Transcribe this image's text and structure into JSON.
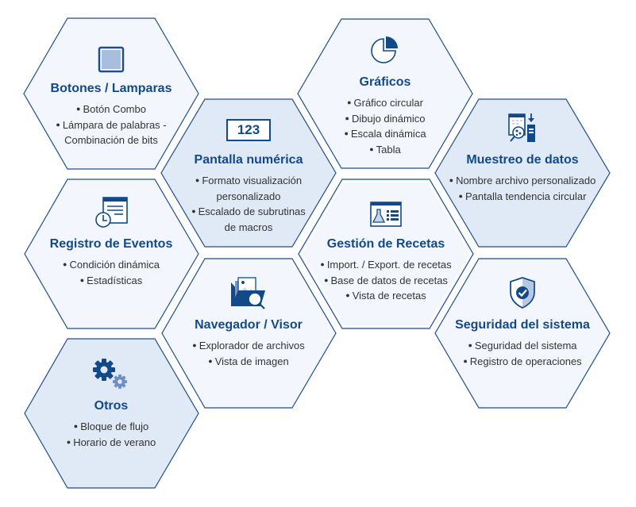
{
  "colors": {
    "border": "#1e4e8c",
    "title": "#124a89",
    "text": "#333333",
    "fill_light": "#f3f7fd",
    "fill_dark": "#e0e9f6"
  },
  "hexagons": [
    {
      "id": "botones",
      "title": "Botones / Lamparas",
      "icon": "button-square-icon",
      "items": [
        "Botón Combo",
        "Lámpara de palabras -"
      ],
      "extra": "Combinación de bits",
      "fill": "light"
    },
    {
      "id": "pantalla",
      "title": "Pantalla numérica",
      "icon": "numeric-display-icon",
      "icon_text": "123",
      "items": [
        "Formato visualización"
      ],
      "extra1": "personalizado",
      "items2": [
        "Escalado de subrutinas"
      ],
      "extra2": "de macros",
      "fill": "dark"
    },
    {
      "id": "graficos",
      "title": "Gráficos",
      "icon": "pie-chart-icon",
      "items": [
        "Gráfico circular",
        "Dibujo dinámico",
        "Escala dinámica",
        "Tabla"
      ],
      "fill": "light"
    },
    {
      "id": "muestreo",
      "title": "Muestreo de datos",
      "icon": "data-sampling-icon",
      "items": [
        "Nombre archivo personalizado",
        "Pantalla tendencia circular"
      ],
      "fill": "dark"
    },
    {
      "id": "registro",
      "title": "Registro de Eventos",
      "icon": "event-log-icon",
      "items": [
        "Condición dinámica",
        "Estadísticas"
      ],
      "fill": "light"
    },
    {
      "id": "recetas",
      "title": "Gestión de Recetas",
      "icon": "recipe-icon",
      "items": [
        "Import. / Export. de recetas",
        "Base de datos de recetas",
        "Vista de recetas"
      ],
      "fill": "light"
    },
    {
      "id": "navegador",
      "title": "Navegador / Visor",
      "icon": "file-browser-icon",
      "items": [
        "Explorador de archivos",
        "Vista de imagen"
      ],
      "fill": "light"
    },
    {
      "id": "seguridad",
      "title": "Seguridad del sistema",
      "icon": "shield-check-icon",
      "items": [
        "Seguridad del sistema",
        "Registro de operaciones"
      ],
      "fill": "light"
    },
    {
      "id": "otros",
      "title": "Otros",
      "icon": "gears-icon",
      "items": [
        "Bloque de flujo",
        "Horario de verano"
      ],
      "fill": "dark"
    }
  ]
}
